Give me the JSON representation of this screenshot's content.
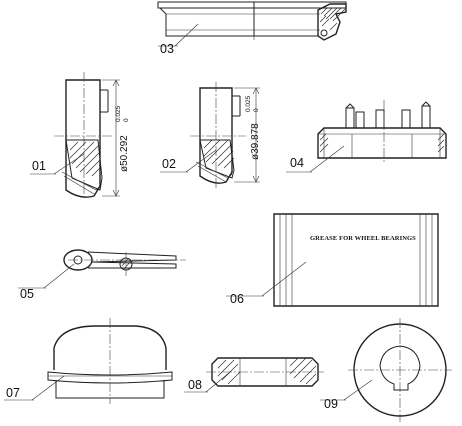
{
  "parts": [
    {
      "id": "01",
      "label": "01",
      "dimension": "ø50.292",
      "tol_upper": "0.025",
      "tol_lower": "0"
    },
    {
      "id": "02",
      "label": "02",
      "dimension": "ø39.878",
      "tol_upper": "0.025",
      "tol_lower": "0"
    },
    {
      "id": "03",
      "label": "03"
    },
    {
      "id": "04",
      "label": "04"
    },
    {
      "id": "05",
      "label": "05"
    },
    {
      "id": "06",
      "label": "06",
      "package_text": "GREASE FOR WHEEL BEARINGS"
    },
    {
      "id": "07",
      "label": "07"
    },
    {
      "id": "08",
      "label": "08"
    },
    {
      "id": "09",
      "label": "09"
    }
  ]
}
